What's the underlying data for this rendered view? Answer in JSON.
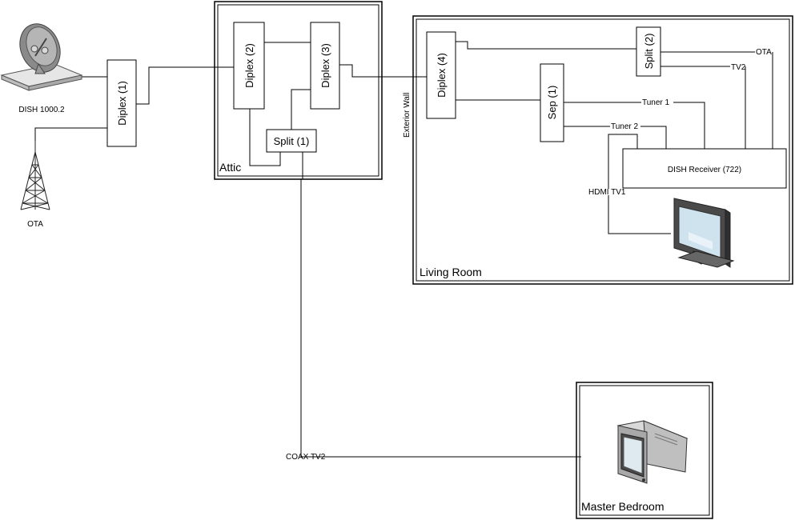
{
  "sources": {
    "dish": "DISH 1000.2",
    "ota": "OTA"
  },
  "rooms": {
    "attic": "Attic",
    "living_room": "Living Room",
    "master_bedroom": "Master Bedroom"
  },
  "components": {
    "diplex1": "Diplex (1)",
    "diplex2": "Diplex (2)",
    "diplex3": "Diplex (3)",
    "diplex4": "Diplex (4)",
    "split1": "Split (1)",
    "split2": "Split (2)",
    "sep1": "Sep (1)",
    "receiver": "DISH Receiver (722)"
  },
  "wire_labels": {
    "exterior_wall": "Exterior Wall",
    "ota": "OTA",
    "tv2": "TV2",
    "tuner1": "Tuner 1",
    "tuner2": "Tuner 2",
    "hdmi_tv1": "HDMI TV1",
    "coax_tv2": "COAX TV2"
  }
}
